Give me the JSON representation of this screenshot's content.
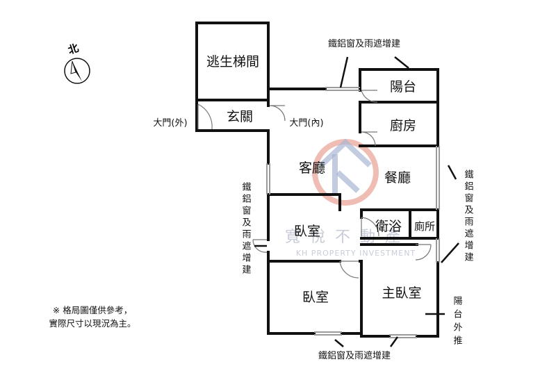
{
  "rooms": {
    "stairwell": "逃生梯間",
    "foyer": "玄關",
    "balcony": "陽台",
    "kitchen": "廚房",
    "living": "客廳",
    "dining": "餐廳",
    "bathroom": "衛浴",
    "toilet": "廁所",
    "bedroom_small": "臥室",
    "bedroom": "臥室",
    "master_bedroom": "主臥室"
  },
  "labels": {
    "main_door_outer": "大門(外)",
    "main_door_inner": "大門(內)",
    "window_top": "鐵鋁窗及雨遮增建",
    "window_bottom": "鐵鋁窗及雨遮增建",
    "window_left": "鐵鋁窗及雨遮增建",
    "window_right": "鐵鋁窗及雨遮增建",
    "balcony_extension": "陽台外推",
    "compass": "北"
  },
  "note": {
    "line1": "※ 格局圖僅供參考，",
    "line2": "實際尺寸以現況為主。"
  },
  "watermark": {
    "name": "寬悅不動產",
    "english": "KH PROPERTY INVESTMENT"
  },
  "colors": {
    "wall": "#111111",
    "window": "#9a9a9a",
    "watermark_red": "#e9a79a",
    "watermark_blue": "#a9b6d4"
  }
}
